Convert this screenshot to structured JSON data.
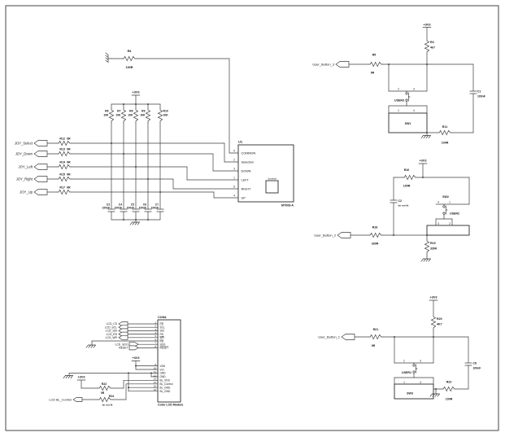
{
  "joystick": {
    "r4": {
      "ref": "R4",
      "value": "100R"
    },
    "rail": "+3V3",
    "pullups": [
      {
        "ref": "R6",
        "value": "10K"
      },
      {
        "ref": "R7",
        "value": "10K"
      },
      {
        "ref": "R8",
        "value": "10K"
      },
      {
        "ref": "R9",
        "value": "10K"
      },
      {
        "ref": "R10",
        "value": "10K"
      }
    ],
    "rows": [
      {
        "label": "JOY_Select",
        "res": "R12",
        "resval": "0R"
      },
      {
        "label": "JOY_Down",
        "res": "R13",
        "resval": "0R"
      },
      {
        "label": "JOY_Left",
        "res": "R14",
        "resval": "0R"
      },
      {
        "label": "JOY_Right",
        "res": "R15",
        "resval": "0R"
      },
      {
        "label": "JOY_Up",
        "res": "R17",
        "resval": "0R"
      }
    ],
    "caps": [
      {
        "ref": "C3",
        "value": "100nF"
      },
      {
        "ref": "C4",
        "value": "100nF"
      },
      {
        "ref": "C5",
        "value": "100nF"
      },
      {
        "ref": "C6",
        "value": "100nF"
      },
      {
        "ref": "C7",
        "value": "100nF"
      }
    ],
    "u1": {
      "ref": "U1",
      "part": "MT008-A",
      "inner": "Joystick",
      "pins": [
        {
          "num": "5",
          "name": "COMMON"
        },
        {
          "num": "2",
          "name": "Selection"
        },
        {
          "num": "3",
          "name": "DOWN"
        },
        {
          "num": "1",
          "name": "LEFT"
        },
        {
          "num": "6",
          "name": "RIGHT"
        },
        {
          "num": "4",
          "name": "UP"
        }
      ]
    }
  },
  "button3": {
    "port": "User_Button_3",
    "rail": "+3V3",
    "r_series": {
      "ref": "R5",
      "value": "0R"
    },
    "r_pull": {
      "ref": "R3",
      "value": "4k7"
    },
    "cap": {
      "ref": "C1",
      "value": "100nF"
    },
    "r_bottom": {
      "ref": "R11",
      "value": "100R"
    },
    "sw": {
      "ref": "SW1",
      "name": "USER3",
      "pins_top": [
        "2",
        "3"
      ],
      "pins_bottom": [
        "1",
        "4"
      ]
    }
  },
  "button2": {
    "port": "User_Button_2",
    "rail": "+3V3",
    "r_series": {
      "ref": "R18",
      "value": "330R"
    },
    "r_top": {
      "ref": "R16",
      "value": "100R"
    },
    "cap": {
      "ref": "C2",
      "value": "do not fit"
    },
    "r_pull": {
      "ref": "R19",
      "value": "330K"
    },
    "sw": {
      "ref": "SW2",
      "name": "USER2",
      "pins_top": [
        "4",
        "1"
      ],
      "pins_bottom": [
        "3",
        "2"
      ]
    }
  },
  "button1": {
    "port": "User_Button_1",
    "rail": "+3V3",
    "r_series": {
      "ref": "R21",
      "value": "0R"
    },
    "r_pull": {
      "ref": "R20",
      "value": "4K7"
    },
    "cap": {
      "ref": "C8",
      "value": "100nF"
    },
    "r_bottom": {
      "ref": "R23",
      "value": "100R"
    },
    "sw": {
      "ref": "SW3",
      "name": "USER1",
      "pins_top": [
        "2",
        "3"
      ],
      "pins_bottom": [
        "1",
        "4"
      ]
    }
  },
  "lcd": {
    "con": "CON4",
    "module": "Color LCD Module",
    "rail": "+3V3",
    "rail2": "+3V3",
    "r22": {
      "ref": "R22",
      "value": "0R"
    },
    "r24": {
      "ref": "R24",
      "value": "do not fit"
    },
    "bl_port": "LCD BL_Control",
    "ports_in": [
      "LCD_CS",
      "LCD_SCL",
      "LCD_SDI",
      "LCD_RS",
      "LCD_WR"
    ],
    "ports_out": [
      "LCD_SDO",
      "RESET"
    ],
    "pins": [
      {
        "num": "1",
        "name": "CS"
      },
      {
        "num": "2",
        "name": "SCL"
      },
      {
        "num": "3",
        "name": "SDI"
      },
      {
        "num": "4",
        "name": "RS"
      },
      {
        "num": "5",
        "name": "WR"
      },
      {
        "num": "6",
        "name": "RD"
      },
      {
        "num": "7",
        "name": "SDO"
      },
      {
        "num": "8",
        "name": "RESET"
      },
      {
        "num": "9",
        "name": "VDD"
      },
      {
        "num": "10",
        "name": "VCI"
      },
      {
        "num": "11",
        "name": "GND"
      },
      {
        "num": "12",
        "name": "GND"
      },
      {
        "num": "13",
        "name": "BL_VDD"
      },
      {
        "num": "14",
        "name": "BL_Control"
      },
      {
        "num": "15",
        "name": "BL_GND"
      },
      {
        "num": "16",
        "name": "BL_GND"
      }
    ]
  }
}
